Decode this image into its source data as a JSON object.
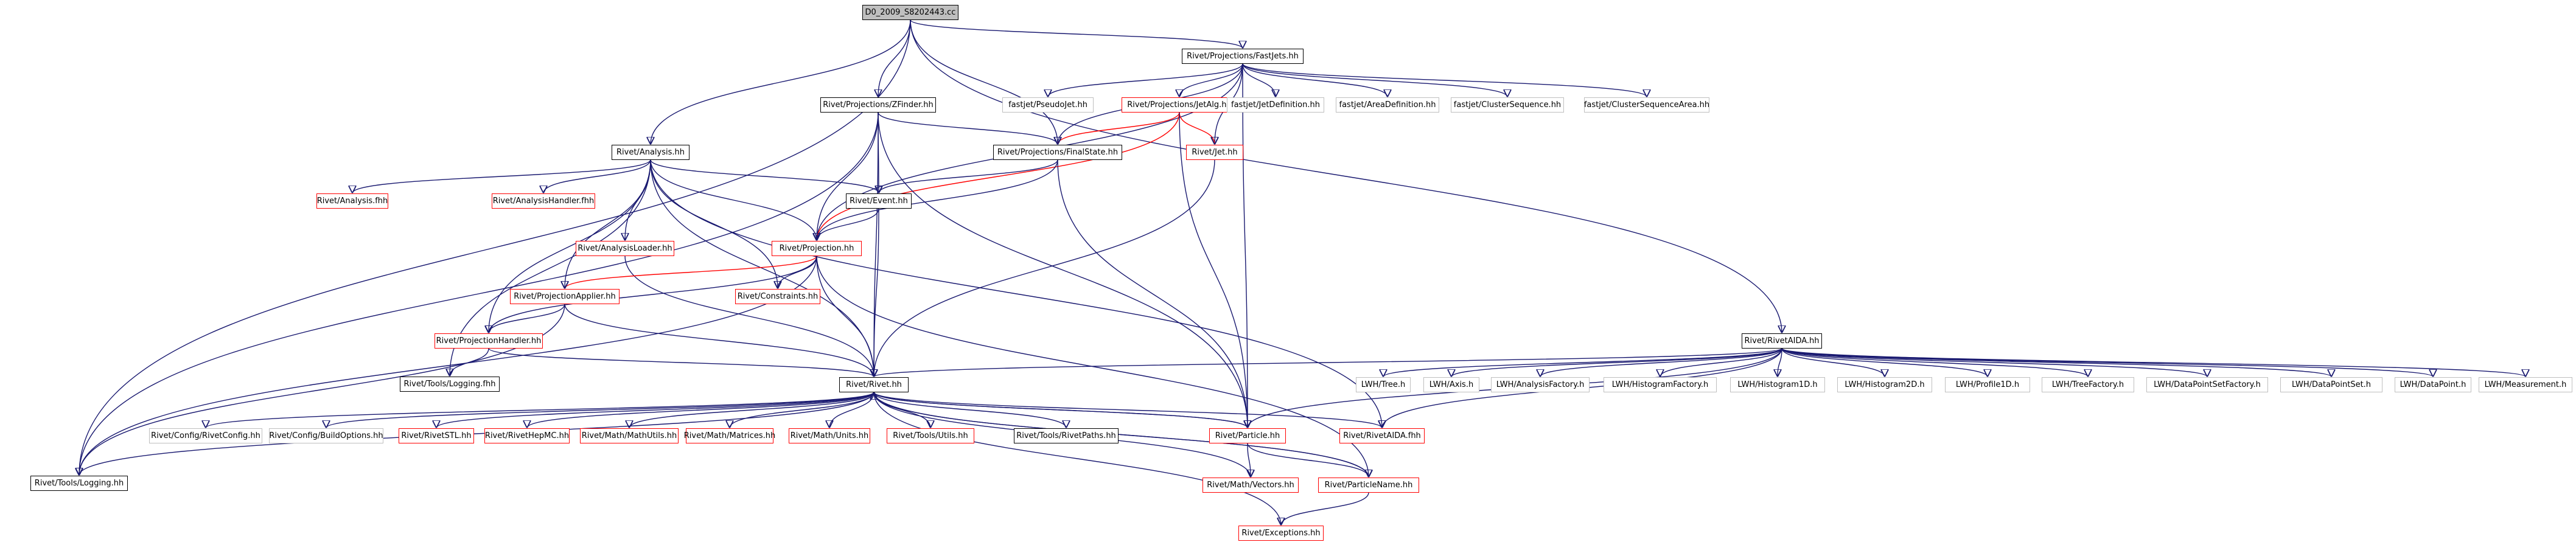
{
  "graph": {
    "root": "D0_2009_S8202443.cc",
    "nodes": [
      {
        "id": "root",
        "label": "D0_2009_S8202443.cc",
        "style": "root"
      },
      {
        "id": "fastjets",
        "label": "Rivet/Projections/FastJets.hh",
        "style": "black"
      },
      {
        "id": "zfinder",
        "label": "Rivet/Projections/ZFinder.hh",
        "style": "black"
      },
      {
        "id": "analysis",
        "label": "Rivet/Analysis.hh",
        "style": "black"
      },
      {
        "id": "finalstate",
        "label": "Rivet/Projections/FinalState.hh",
        "style": "black"
      },
      {
        "id": "event",
        "label": "Rivet/Event.hh",
        "style": "black"
      },
      {
        "id": "toolslogfhh",
        "label": "Rivet/Tools/Logging.fhh",
        "style": "black"
      },
      {
        "id": "rivethh",
        "label": "Rivet/Rivet.hh",
        "style": "black"
      },
      {
        "id": "rivetpaths",
        "label": "Rivet/Tools/RivetPaths.hh",
        "style": "black"
      },
      {
        "id": "toolslog",
        "label": "Rivet/Tools/Logging.hh",
        "style": "black"
      },
      {
        "id": "rivetaida",
        "label": "Rivet/RivetAIDA.hh",
        "style": "black"
      },
      {
        "id": "pseudojet",
        "label": "fastjet/PseudoJet.hh",
        "style": "grey"
      },
      {
        "id": "jetalg",
        "label": "Rivet/Projections/JetAlg.hh",
        "style": "red"
      },
      {
        "id": "jetdef",
        "label": "fastjet/JetDefinition.hh",
        "style": "grey"
      },
      {
        "id": "areadef",
        "label": "fastjet/AreaDefinition.hh",
        "style": "grey"
      },
      {
        "id": "clusterseq",
        "label": "fastjet/ClusterSequence.hh",
        "style": "grey"
      },
      {
        "id": "clusterseqarea",
        "label": "fastjet/ClusterSequenceArea.hh",
        "style": "grey"
      },
      {
        "id": "jethh",
        "label": "Rivet/Jet.hh",
        "style": "red"
      },
      {
        "id": "analysisfhh",
        "label": "Rivet/Analysis.fhh",
        "style": "red"
      },
      {
        "id": "analysishandler",
        "label": "Rivet/AnalysisHandler.fhh",
        "style": "red"
      },
      {
        "id": "analysisloader",
        "label": "Rivet/AnalysisLoader.hh",
        "style": "red"
      },
      {
        "id": "projection",
        "label": "Rivet/Projection.hh",
        "style": "red"
      },
      {
        "id": "constraints",
        "label": "Rivet/Constraints.hh",
        "style": "red"
      },
      {
        "id": "projapplier",
        "label": "Rivet/ProjectionApplier.hh",
        "style": "red"
      },
      {
        "id": "projhandler",
        "label": "Rivet/ProjectionHandler.hh",
        "style": "red"
      },
      {
        "id": "rivetconfig",
        "label": "Rivet/Config/RivetConfig.hh",
        "style": "grey"
      },
      {
        "id": "buildoptions",
        "label": "Rivet/Config/BuildOptions.hh",
        "style": "grey"
      },
      {
        "id": "rivetstl",
        "label": "Rivet/RivetSTL.hh",
        "style": "red"
      },
      {
        "id": "rivethepmc",
        "label": "Rivet/RivetHepMC.hh",
        "style": "red"
      },
      {
        "id": "mathutils",
        "label": "Rivet/Math/MathUtils.hh",
        "style": "red"
      },
      {
        "id": "matrices",
        "label": "Rivet/Math/Matrices.hh",
        "style": "red"
      },
      {
        "id": "units",
        "label": "Rivet/Math/Units.hh",
        "style": "red"
      },
      {
        "id": "toolsutils",
        "label": "Rivet/Tools/Utils.hh",
        "style": "red"
      },
      {
        "id": "particle",
        "label": "Rivet/Particle.hh",
        "style": "red"
      },
      {
        "id": "rivetaidafhh",
        "label": "Rivet/RivetAIDA.fhh",
        "style": "red"
      },
      {
        "id": "mathvectors",
        "label": "Rivet/Math/Vectors.hh",
        "style": "red"
      },
      {
        "id": "particlename",
        "label": "Rivet/ParticleName.hh",
        "style": "red"
      },
      {
        "id": "exceptions",
        "label": "Rivet/Exceptions.hh",
        "style": "red"
      },
      {
        "id": "lwhtree",
        "label": "LWH/Tree.h",
        "style": "grey"
      },
      {
        "id": "lwhaxis",
        "label": "LWH/Axis.h",
        "style": "grey"
      },
      {
        "id": "lwhanafactory",
        "label": "LWH/AnalysisFactory.h",
        "style": "grey"
      },
      {
        "id": "lwhhistfactory",
        "label": "LWH/HistogramFactory.h",
        "style": "grey"
      },
      {
        "id": "lwhhist1d",
        "label": "LWH/Histogram1D.h",
        "style": "grey"
      },
      {
        "id": "lwhhist2d",
        "label": "LWH/Histogram2D.h",
        "style": "grey"
      },
      {
        "id": "lwhprofile",
        "label": "LWH/Profile1D.h",
        "style": "grey"
      },
      {
        "id": "lwhtreefactory",
        "label": "LWH/TreeFactory.h",
        "style": "grey"
      },
      {
        "id": "lwhdpsfactory",
        "label": "LWH/DataPointSetFactory.h",
        "style": "grey"
      },
      {
        "id": "lwhdps",
        "label": "LWH/DataPointSet.h",
        "style": "grey"
      },
      {
        "id": "lwhdp",
        "label": "LWH/DataPoint.h",
        "style": "grey"
      },
      {
        "id": "lwhmeasure",
        "label": "LWH/Measurement.h",
        "style": "grey"
      }
    ],
    "edges": [
      [
        "root",
        "fastjets"
      ],
      [
        "root",
        "zfinder"
      ],
      [
        "root",
        "analysis"
      ],
      [
        "root",
        "finalstate"
      ],
      [
        "root",
        "toolslog"
      ],
      [
        "root",
        "rivetaida"
      ],
      [
        "fastjets",
        "pseudojet"
      ],
      [
        "fastjets",
        "jetalg"
      ],
      [
        "fastjets",
        "jetdef"
      ],
      [
        "fastjets",
        "areadef"
      ],
      [
        "fastjets",
        "clusterseq"
      ],
      [
        "fastjets",
        "clusterseqarea"
      ],
      [
        "fastjets",
        "jethh"
      ],
      [
        "fastjets",
        "finalstate"
      ],
      [
        "fastjets",
        "projection"
      ],
      [
        "fastjets",
        "particle"
      ],
      [
        "jetalg",
        "jethh"
      ],
      [
        "jetalg",
        "finalstate"
      ],
      [
        "jetalg",
        "projection"
      ],
      [
        "jetalg",
        "particle"
      ],
      [
        "zfinder",
        "finalstate"
      ],
      [
        "zfinder",
        "event"
      ],
      [
        "zfinder",
        "projection"
      ],
      [
        "zfinder",
        "rivethh"
      ],
      [
        "zfinder",
        "toolslog"
      ],
      [
        "zfinder",
        "particle"
      ],
      [
        "analysis",
        "analysisfhh"
      ],
      [
        "analysis",
        "analysishandler"
      ],
      [
        "analysis",
        "analysisloader"
      ],
      [
        "analysis",
        "event"
      ],
      [
        "analysis",
        "projection"
      ],
      [
        "analysis",
        "constraints"
      ],
      [
        "analysis",
        "projapplier"
      ],
      [
        "analysis",
        "projhandler"
      ],
      [
        "analysis",
        "toolslogfhh"
      ],
      [
        "analysis",
        "rivethh"
      ],
      [
        "analysis",
        "rivetaidafhh"
      ],
      [
        "finalstate",
        "event"
      ],
      [
        "finalstate",
        "projection"
      ],
      [
        "finalstate",
        "particle"
      ],
      [
        "jethh",
        "rivethh"
      ],
      [
        "event",
        "projection"
      ],
      [
        "event",
        "rivethh"
      ],
      [
        "analysisloader",
        "rivethh"
      ],
      [
        "projection",
        "constraints"
      ],
      [
        "projection",
        "projapplier"
      ],
      [
        "projection",
        "projhandler"
      ],
      [
        "projection",
        "rivethh"
      ],
      [
        "projection",
        "toolslog"
      ],
      [
        "projection",
        "particlename"
      ],
      [
        "projapplier",
        "projhandler"
      ],
      [
        "projapplier",
        "rivethh"
      ],
      [
        "projapplier",
        "toolslog"
      ],
      [
        "projhandler",
        "toolslogfhh"
      ],
      [
        "projhandler",
        "rivethh"
      ],
      [
        "rivethh",
        "rivetconfig"
      ],
      [
        "rivethh",
        "buildoptions"
      ],
      [
        "rivethh",
        "rivetstl"
      ],
      [
        "rivethh",
        "rivethepmc"
      ],
      [
        "rivethh",
        "mathutils"
      ],
      [
        "rivethh",
        "matrices"
      ],
      [
        "rivethh",
        "units"
      ],
      [
        "rivethh",
        "toolsutils"
      ],
      [
        "rivethh",
        "rivetpaths"
      ],
      [
        "rivethh",
        "particle"
      ],
      [
        "rivethh",
        "rivetaidafhh"
      ],
      [
        "rivethh",
        "toolslog"
      ],
      [
        "rivethh",
        "mathvectors"
      ],
      [
        "rivethh",
        "particlename"
      ],
      [
        "rivethh",
        "exceptions"
      ],
      [
        "particle",
        "mathvectors"
      ],
      [
        "particle",
        "particlename"
      ],
      [
        "particle",
        "rivethh"
      ],
      [
        "particlename",
        "exceptions"
      ],
      [
        "particlename",
        "rivethh"
      ],
      [
        "rivetaida",
        "rivethh"
      ],
      [
        "rivetaida",
        "particle"
      ],
      [
        "rivetaida",
        "rivetaidafhh"
      ],
      [
        "rivetaida",
        "lwhtree"
      ],
      [
        "rivetaida",
        "lwhaxis"
      ],
      [
        "rivetaida",
        "lwhanafactory"
      ],
      [
        "rivetaida",
        "lwhhistfactory"
      ],
      [
        "rivetaida",
        "lwhhist1d"
      ],
      [
        "rivetaida",
        "lwhhist2d"
      ],
      [
        "rivetaida",
        "lwhprofile"
      ],
      [
        "rivetaida",
        "lwhtreefactory"
      ],
      [
        "rivetaida",
        "lwhdpsfactory"
      ],
      [
        "rivetaida",
        "lwhdps"
      ],
      [
        "rivetaida",
        "lwhdp"
      ],
      [
        "rivetaida",
        "lwhmeasure"
      ]
    ]
  }
}
